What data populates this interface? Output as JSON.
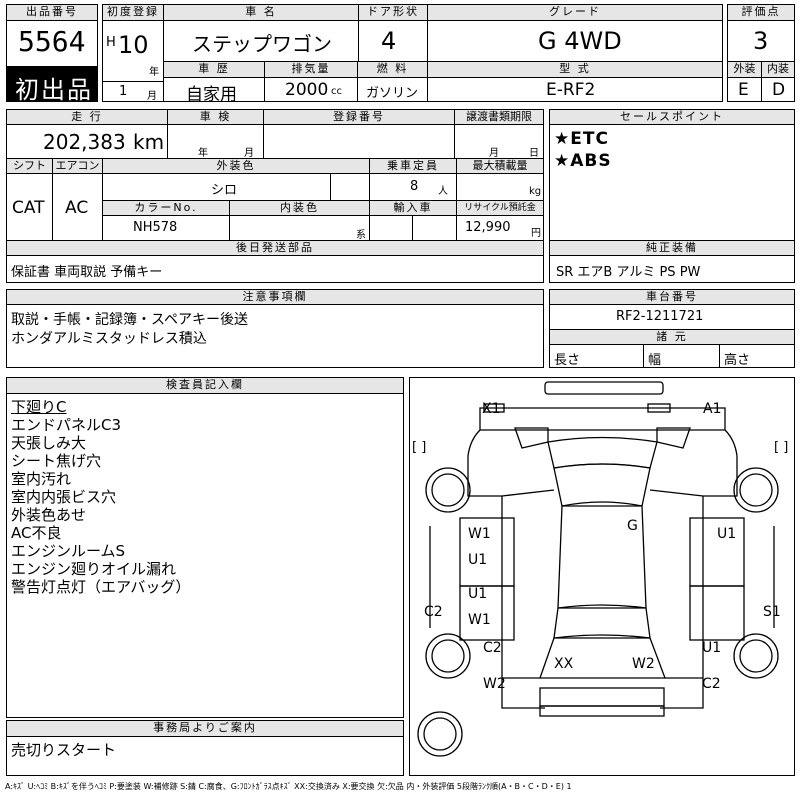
{
  "header": {
    "lot_label": "出品番号",
    "lot_number": "5564",
    "first_listing": "初出品",
    "first_reg_label": "初度登録",
    "era": "H",
    "year_num": "10",
    "year_unit": "年",
    "month_num": "1",
    "month_unit": "月",
    "car_name_label": "車 名",
    "car_name": "ステップワゴン",
    "door_label": "ドア形状",
    "door": "4",
    "grade_label": "グレード",
    "grade": "G 4WD",
    "score_label": "評価点",
    "score": "3",
    "history_label": "車 歴",
    "history": "自家用",
    "displacement_label": "排気量",
    "displacement": "2000",
    "displacement_unit": "cc",
    "fuel_label": "燃 料",
    "fuel": "ガソリン",
    "model_label": "型 式",
    "model": "E-RF2",
    "exterior_grade_label": "外装",
    "interior_grade_label": "内装",
    "exterior_grade": "E",
    "interior_grade": "D"
  },
  "row2": {
    "mileage_label": "走 行",
    "mileage": "202,383",
    "mileage_unit": "km",
    "inspection_label": "車 検",
    "inspection_year_unit": "年",
    "inspection_month_unit": "月",
    "reg_number_label": "登録番号",
    "transfer_label": "譲渡書類期限",
    "transfer_month_unit": "月",
    "transfer_day_unit": "日",
    "selling_points_label": "セールスポイント",
    "selling_points": [
      "★ETC",
      "★ABS"
    ],
    "shift_label": "シフト",
    "aircon_label": "エアコン",
    "shift": "CAT",
    "aircon": "AC",
    "ext_color_label": "外装色",
    "ext_color": "シロ",
    "capacity_label": "乗車定員",
    "capacity": "8",
    "capacity_unit": "人",
    "max_load_label": "最大積載量",
    "max_load_unit": "kg",
    "color_no_label": "カラーNo.",
    "color_no": "NH578",
    "int_color_label": "内装色",
    "int_color_unit": "系",
    "import_label": "輸入車",
    "recycle_label": "リサイクル預託金",
    "recycle": "12,990",
    "recycle_unit": "円"
  },
  "parts": {
    "later_label": "後日発送部品",
    "later": "保証書 車両取説 予備キー",
    "genuine_label": "純正装備",
    "genuine": "SR エアB アルミ PS PW"
  },
  "notes": {
    "label": "注意事項欄",
    "lines": [
      "取説・手帳・記録簿・スペアキー後送",
      "ホンダアルミスタッドレス積込"
    ]
  },
  "chassis": {
    "label": "車台番号",
    "number": "RF2-1211721",
    "dims_label": "諸 元",
    "length_label": "長さ",
    "width_label": "幅",
    "height_label": "高さ"
  },
  "inspector": {
    "label": "検査員記入欄",
    "lines": [
      "下廻りC",
      "エンドパネルC3",
      "天張しみ大",
      "シート焦げ穴",
      "室内汚れ",
      "室内内張ビス穴",
      "外装色あせ",
      "AC不良",
      "エンジンルームS",
      "エンジン廻りオイル漏れ",
      "警告灯点灯（エアバッグ）"
    ]
  },
  "office": {
    "label": "事務局よりご案内",
    "text": "売切りスタート"
  },
  "diagram": {
    "marks": {
      "x1": "X1",
      "a1_top": "A1",
      "g": "G",
      "w1_a": "W1",
      "u1_a": "U1",
      "u1_b": "U1",
      "w1_b": "W1",
      "u1_c": "U1",
      "c2_left": "C2",
      "s1": "S1",
      "c2_mid": "C2",
      "u1_d": "U1",
      "xx": "XX",
      "w2_a": "W2",
      "w2_b": "W2",
      "c2_right": "C2"
    },
    "bracket": "[ ]"
  },
  "legend": "A:ｷｽﾞ U:ﾍｺﾐ B:ｷｽﾞを伴うﾍｺﾐ P:要塗装 W:補修跡 S:錆 C:腐食、G:ﾌﾛﾝﾄｶﾞﾗｽ点ｷｽﾞ XX:交換済み X:要交換 欠:欠品 内・外装評価 5段階ﾗﾝｸ順(A・B・C・D・E) 1"
}
